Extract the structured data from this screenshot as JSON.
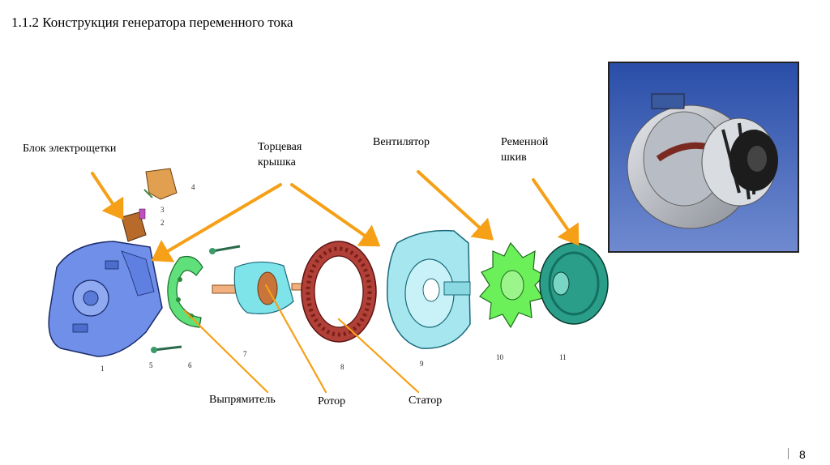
{
  "title": "1.1.2 Конструкция генератора переменного тока",
  "labels": {
    "brush_block": "Блок электрощетки",
    "end_cover_1": "Торцевая",
    "end_cover_2": "крышка",
    "fan": "Вентилятор",
    "pulley_1": "Ременной",
    "pulley_2": "шкив",
    "rectifier": "Выпрямитель",
    "rotor": "Ротор",
    "stator": "Статор"
  },
  "part_numbers": [
    "1",
    "2",
    "3",
    "4",
    "5",
    "6",
    "7",
    "8",
    "9",
    "10",
    "11"
  ],
  "page_number": "8",
  "colors": {
    "arrow": "#f5a016",
    "housing": "#6f8fe8",
    "rectifier": "#5fe07a",
    "rotor": "#7fe3ea",
    "stator": "#b04038",
    "cover": "#a6e6ef",
    "fan": "#6cf05a",
    "pulley": "#2a9e88",
    "brush": "#b86a2a"
  }
}
